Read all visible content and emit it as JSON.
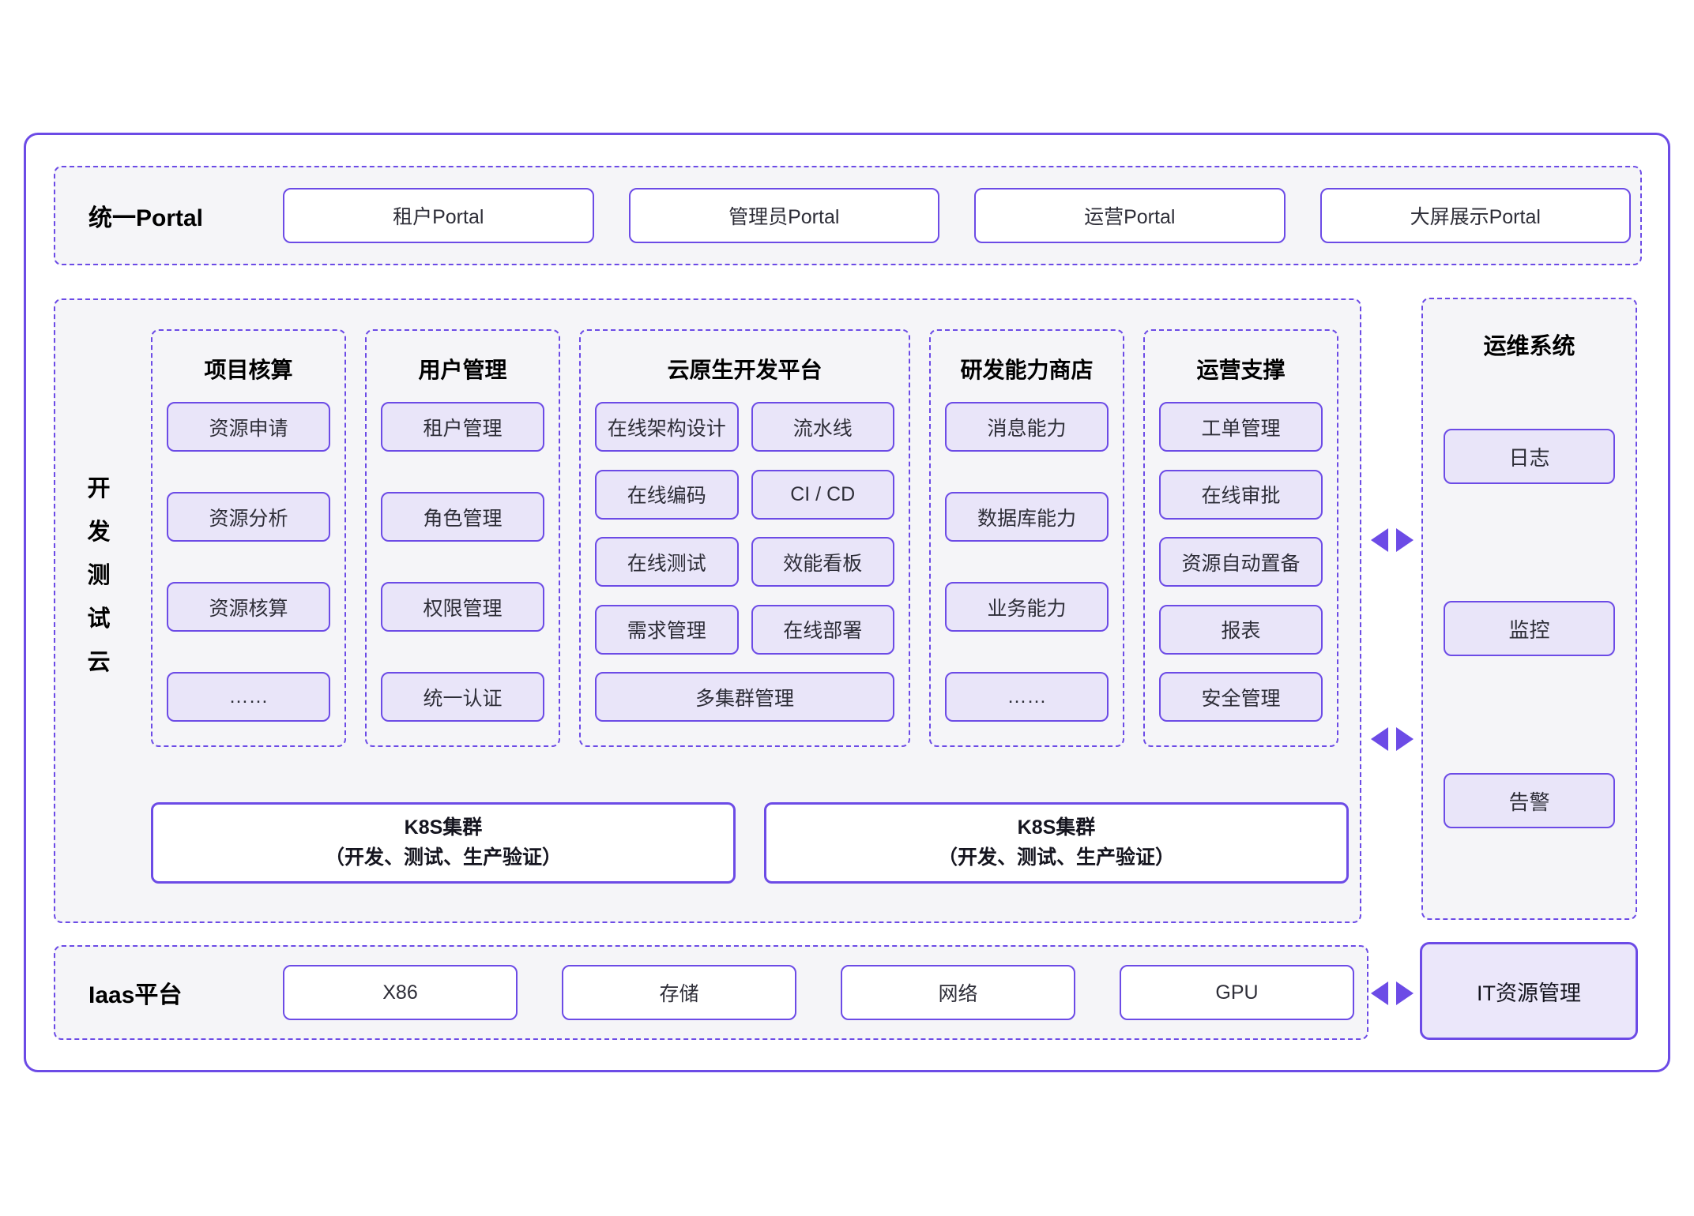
{
  "colors": {
    "purple": "#6C4BE6",
    "chip_bg": "#E9E5F9",
    "section_bg": "#F5F5F8",
    "box_bg": "#FFFFFF"
  },
  "portal": {
    "label": "统一Portal",
    "items": [
      "租户Portal",
      "管理员Portal",
      "运营Portal",
      "大屏展示Portal"
    ]
  },
  "dev_cloud": {
    "label": "开发测试云",
    "columns": [
      {
        "title": "项目核算",
        "items": [
          "资源申请",
          "资源分析",
          "资源核算",
          "……"
        ]
      },
      {
        "title": "用户管理",
        "items": [
          "租户管理",
          "角色管理",
          "权限管理",
          "统一认证"
        ]
      },
      {
        "title": "云原生开发平台",
        "left": [
          "在线架构设计",
          "在线编码",
          "在线测试",
          "需求管理"
        ],
        "right": [
          "流水线",
          "CI / CD",
          "效能看板",
          "在线部署"
        ],
        "full": "多集群管理"
      },
      {
        "title": "研发能力商店",
        "items": [
          "消息能力",
          "数据库能力",
          "业务能力",
          "……"
        ]
      },
      {
        "title": "运营支撑",
        "items": [
          "工单管理",
          "在线审批",
          "资源自动置备",
          "报表",
          "安全管理"
        ]
      }
    ],
    "k8s_boxes": [
      {
        "line1": "K8S集群",
        "line2": "（开发、测试、生产验证）"
      },
      {
        "line1": "K8S集群",
        "line2": "（开发、测试、生产验证）"
      }
    ]
  },
  "ops": {
    "title": "运维系统",
    "items": [
      "日志",
      "监控",
      "告警"
    ]
  },
  "iaas": {
    "label": "Iaas平台",
    "items": [
      "X86",
      "存储",
      "网络",
      "GPU"
    ],
    "right_box": "IT资源管理"
  }
}
